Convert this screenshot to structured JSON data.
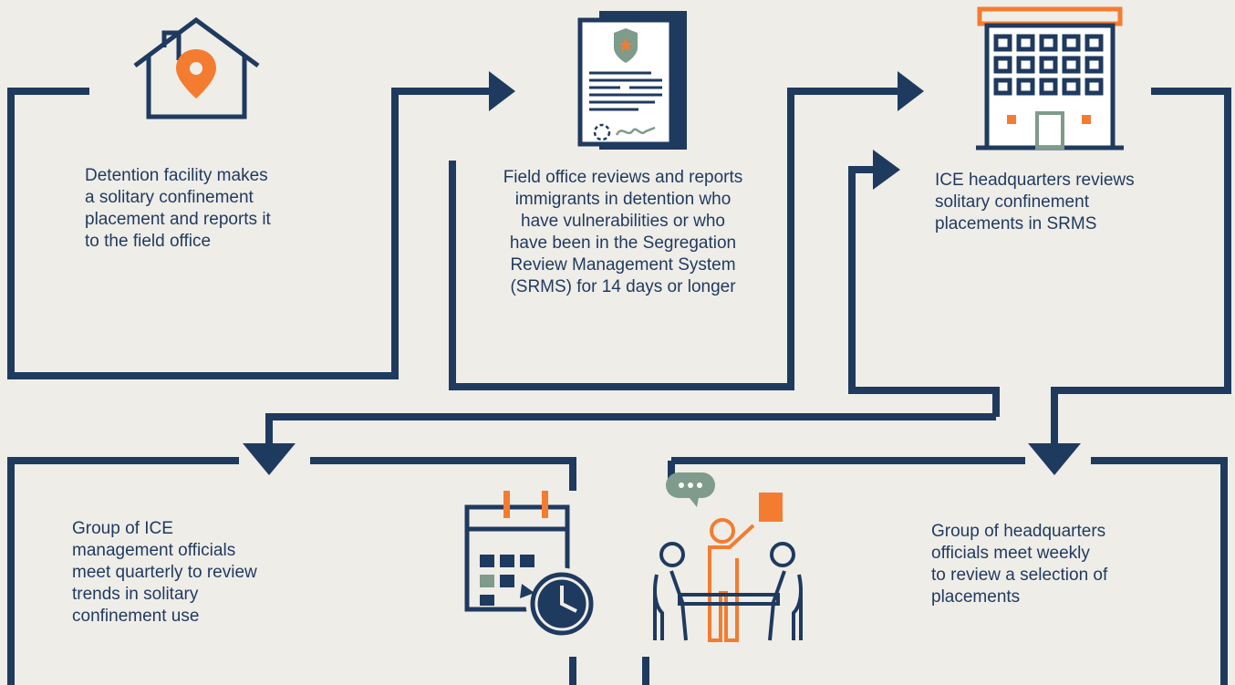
{
  "colors": {
    "background": "#EFEDE8",
    "navy": "#1F3A5F",
    "orange": "#F47C30",
    "sage": "#7E9B8C",
    "white": "#FFFFFF"
  },
  "steps": [
    {
      "id": "facility",
      "icon": "house-location-pin-icon",
      "lines": [
        "Detention facility makes",
        "a solitary confinement",
        "placement and reports it",
        "to the field office"
      ]
    },
    {
      "id": "field-office",
      "icon": "certified-document-icon",
      "lines": [
        "Field office reviews and reports",
        "immigrants in detention who",
        "have vulnerabilities or who",
        "have been in the Segregation",
        "Review Management System",
        "(SRMS) for 14 days or longer"
      ]
    },
    {
      "id": "headquarters",
      "icon": "office-building-icon",
      "lines": [
        "ICE headquarters reviews",
        "solitary confinement",
        "placements in SRMS"
      ]
    },
    {
      "id": "quarterly",
      "icon": "calendar-clock-icon",
      "lines": [
        "Group of ICE",
        "management officials",
        "meet quarterly to review",
        "trends in solitary",
        "confinement use"
      ]
    },
    {
      "id": "weekly",
      "icon": "meeting-presentation-icon",
      "lines": [
        "Group of headquarters",
        "officials meet weekly",
        "to review a selection of",
        "placements"
      ]
    }
  ]
}
